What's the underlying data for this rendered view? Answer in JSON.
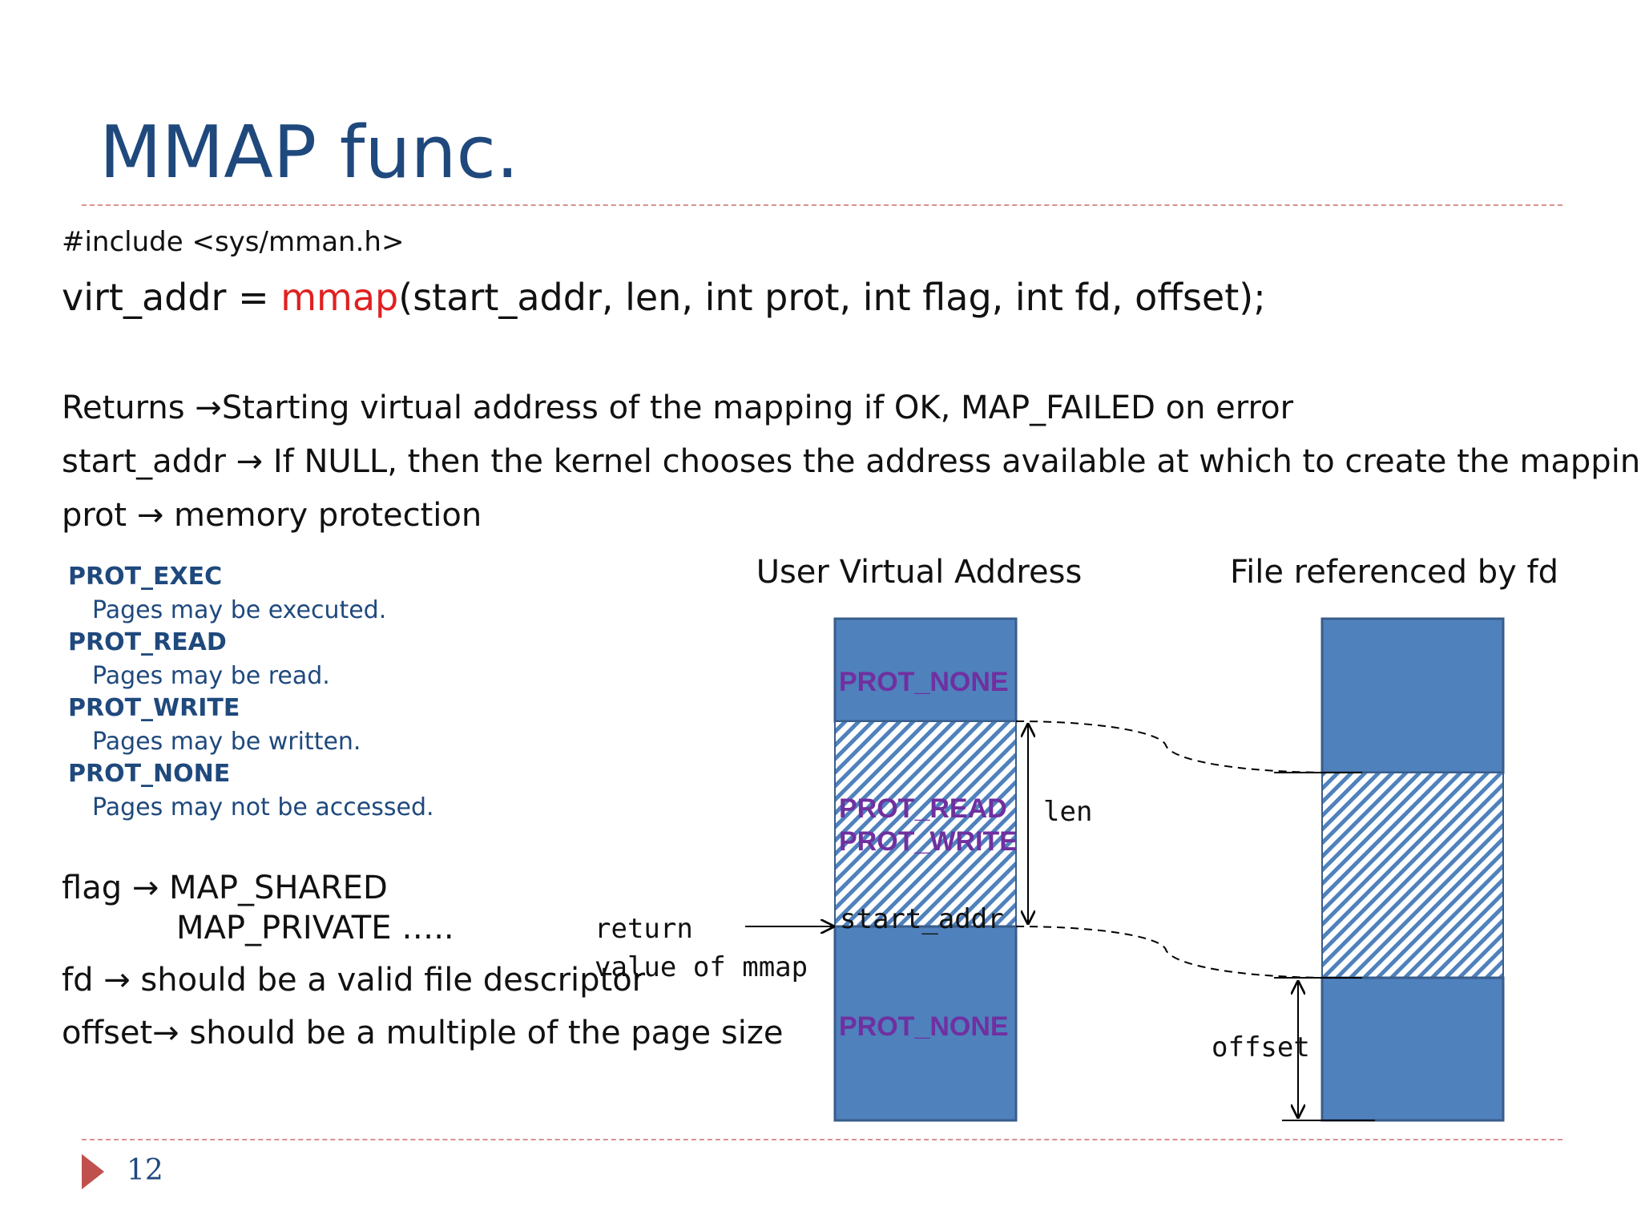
{
  "slide": {
    "title": "MMAP func.",
    "include": "#include <sys/mman.h>",
    "call": {
      "prefix": "virt_addr = ",
      "function": "mmap",
      "args": "(start_addr, len, int prot, int flag, int fd, offset);"
    },
    "returns": {
      "label": "Returns ",
      "arrow": "→",
      "text": "Starting virtual address of the mapping if OK, MAP_FAILED on error"
    },
    "start_addr": {
      "label": "start_addr ",
      "arrow": "→",
      "text": "  If NULL, then the kernel chooses the address available at which to create the mapping"
    },
    "prot": {
      "label": "prot ",
      "arrow": "→",
      "text": " memory protection"
    },
    "protections": [
      {
        "name": "PROT_EXEC",
        "desc": "Pages may be executed."
      },
      {
        "name": "PROT_READ",
        "desc": "Pages may be read."
      },
      {
        "name": "PROT_WRITE",
        "desc": "Pages may be written."
      },
      {
        "name": "PROT_NONE",
        "desc": "Pages may not be accessed."
      }
    ],
    "flag": {
      "label": "flag ",
      "arrow": "→",
      "text": " MAP_SHARED",
      "text2": "MAP_PRIVATE …..",
      "arrow2": ""
    },
    "fd": {
      "label": "fd ",
      "arrow": "→",
      "text": " should be a valid file descriptor"
    },
    "offset": {
      "label": "offset",
      "arrow": "→",
      "text": " should be a multiple of the page size"
    },
    "slide_number": "12"
  },
  "diagram": {
    "heading_left": "User Virtual Address",
    "heading_right": "File referenced by fd",
    "region_top": "PROT_NONE",
    "region_mid_1": "PROT_READ",
    "region_mid_2": "PROT_WRITE",
    "region_bottom": "PROT_NONE",
    "start_addr_label": "start_addr",
    "len_label": "len",
    "return_label_1": "return",
    "return_label_2": "value of mmap",
    "offset_label": "offset",
    "colors": {
      "block": "#4f81bd",
      "block_border": "#385d8a",
      "hatch_line": "#4f81bd",
      "region_text": "#7030a0",
      "accent_red": "#e02020",
      "title_blue": "#1f497d",
      "marker": "#c0504d"
    }
  }
}
